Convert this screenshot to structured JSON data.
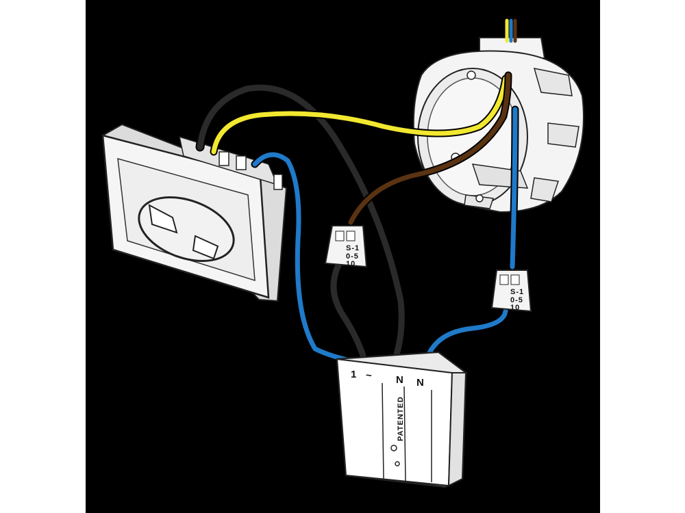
{
  "module": {
    "terminals": [
      "1",
      "~",
      "N",
      "N"
    ],
    "stamp": "PATENTED"
  },
  "connectors": {
    "left_marks": [
      "S-1",
      "0-5",
      "10"
    ],
    "right_marks": [
      "S-1",
      "0-5",
      "10"
    ]
  },
  "colors": {
    "background": "#000000",
    "phase_black": "#2a2a2a",
    "switched_yellow": "#f2e830",
    "phase_brown": "#5a3312",
    "neutral_blue": "#1f7ac9",
    "device_white": "#f4f4f4",
    "outline": "#222222"
  },
  "icons": [
    "wall-socket-icon",
    "junction-box-icon",
    "micro-module-icon",
    "wire-connector-icon"
  ]
}
